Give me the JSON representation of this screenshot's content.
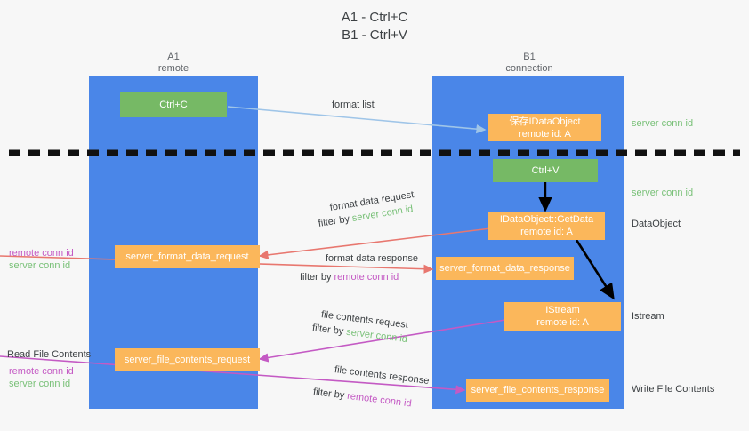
{
  "title": "A1 - Ctrl+C\nB1 - Ctrl+V",
  "lanes": [
    {
      "name": "A1",
      "sub": "remote",
      "label": "A1\nremote"
    },
    {
      "name": "B1",
      "sub": "connection",
      "label": "B1\nconnection"
    }
  ],
  "colors": {
    "lane": "#4a86e8",
    "green_box": "#76b965",
    "orange_box": "#fbb75b",
    "server_conn_id": "#78c077",
    "remote_conn_id": "#c45ac4",
    "arrow_blue": "#9fc5e8",
    "arrow_red": "#e8776f",
    "arrow_magenta": "#c45ac4",
    "arrow_black": "#000000",
    "background": "#f7f7f7"
  },
  "boxes": {
    "ctrl_c": "Ctrl+C",
    "ctrl_v": "Ctrl+V",
    "idataobject_top": "保存IDataObject\nremote id: A",
    "idataobject_getdata": "IDataObject::GetData\nremote id: A",
    "istream": "IStream\nremote id: A",
    "server_format_data_request": "server_format_data_request",
    "server_format_data_response": "server_format_data_response",
    "server_file_contents_request": "server_file_contents_request",
    "server_file_contents_response": "server_file_contents_response"
  },
  "edge_labels": {
    "format_list": "format list",
    "format_data_request": "format data request",
    "format_data_request_filter_prefix": "filter by ",
    "format_data_request_filter_value": "server conn id",
    "format_data_response": "format data response",
    "format_data_response_filter_prefix": "filter by ",
    "format_data_response_filter_value": "remote conn id",
    "file_contents_request": "file contents request",
    "file_contents_request_filter_prefix": "filter by ",
    "file_contents_request_filter_value": "server conn id",
    "file_contents_response": "file contents response",
    "file_contents_response_filter_prefix": "filter by ",
    "file_contents_response_filter_value": "remote conn id"
  },
  "right_labels": {
    "server_conn_id_top": "server conn id",
    "server_conn_id_mid": "server conn id",
    "dataobject": "DataObject",
    "istream": "Istream",
    "write_file_contents": "Write File Contents"
  },
  "left_labels": {
    "remote_conn_id_1": "remote conn id",
    "server_conn_id_1": "server conn id",
    "read_file_contents": "Read File Contents",
    "remote_conn_id_2": "remote conn id",
    "server_conn_id_2": "server conn id"
  }
}
